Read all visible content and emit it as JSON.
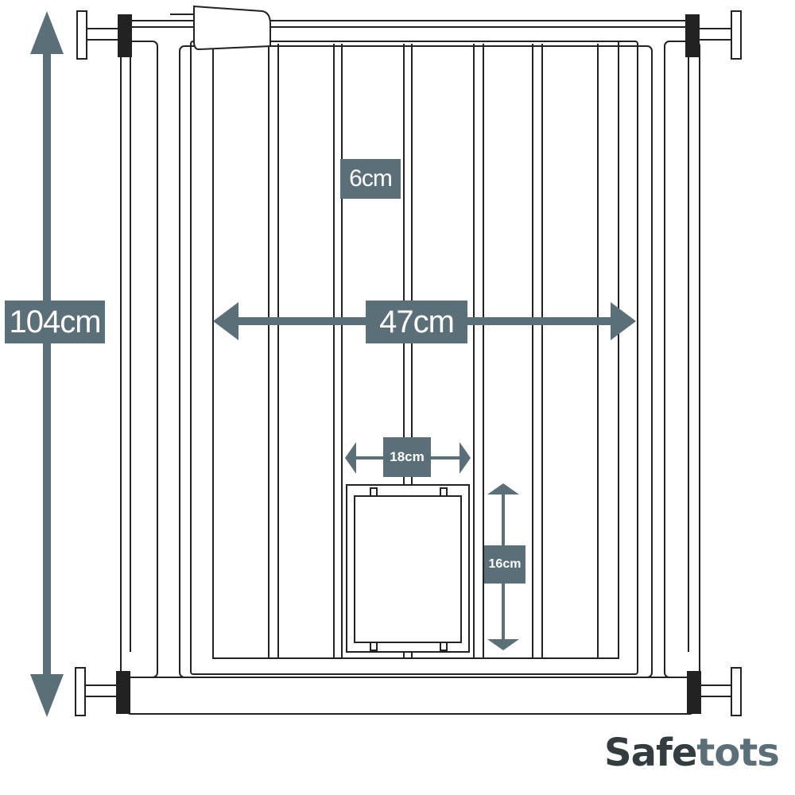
{
  "dimensions": {
    "height": "104cm",
    "width": "47cm",
    "bar_gap": "6cm",
    "door_width": "18cm",
    "door_height": "16cm"
  },
  "brand": {
    "part1": "Safe",
    "part2": "tots"
  },
  "colors": {
    "accent": "#5a6f78",
    "brand_dark": "#333d40",
    "line": "#222222"
  }
}
